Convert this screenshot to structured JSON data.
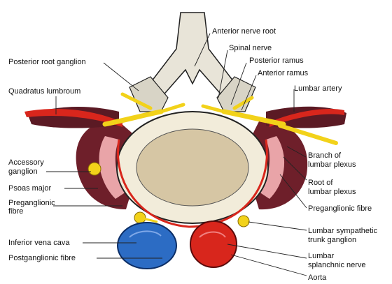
{
  "labels": {
    "anterior_nerve_root": "Anterior nerve root",
    "spinal_nerve": "Spinal nerve",
    "posterior_ramus": "Posterior ramus",
    "anterior_ramus": "Anterior ramus",
    "lumbar_artery": "Lumbar artery",
    "posterior_root_ganglion": "Posterior root ganglion",
    "quadratus_lumbroum": "Quadratus lumbroum",
    "accessory_ganglion_1": "Accessory",
    "accessory_ganglion_2": "ganglion",
    "psoas_major": "Psoas major",
    "preganglionic_fibre_left_1": "Preganglionic",
    "preganglionic_fibre_left_2": "fibre",
    "branch_lumbar_plexus_1": "Branch of",
    "branch_lumbar_plexus_2": "lumbar plexus",
    "root_lumbar_plexus_1": "Root of",
    "root_lumbar_plexus_2": "lumbar plexus",
    "preganglionic_fibre_right": "Preganglionic fibre",
    "lumbar_sympathetic_1": "Lumbar sympathetic",
    "lumbar_sympathetic_2": "trunk ganglion",
    "inferior_vena_cava": "Inferior vena cava",
    "postganglionic_fibre": "Postganglionic fibre",
    "lumbar_splanchnic_1": "Lumbar",
    "lumbar_splanchnic_2": "splanchnic nerve",
    "aorta": "Aorta"
  },
  "colors": {
    "nerve": "#f2d21a",
    "artery": "#d8261c",
    "vein": "#2c6cc4",
    "muscle": "#6e1f2a",
    "muscle_light": "#e9a4a8",
    "vertebral_body": "#d6c6a4",
    "bone": "#e8e4d8"
  }
}
